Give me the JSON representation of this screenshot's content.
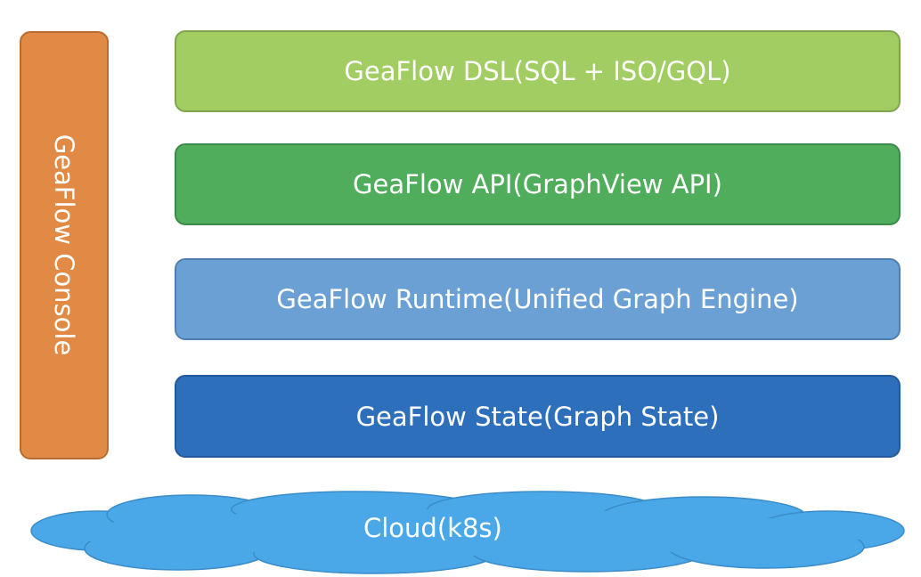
{
  "console": {
    "label": "GeaFlow Console",
    "color": "#e08a45"
  },
  "layers": [
    {
      "label": "GeaFlow DSL(SQL + ISO/GQL)",
      "color": "#a2cd62"
    },
    {
      "label": "GeaFlow API(GraphView API)",
      "color": "#4fad5b"
    },
    {
      "label": "GeaFlow Runtime(Unified Graph Engine)",
      "color": "#6aa0d3"
    },
    {
      "label": "GeaFlow State(Graph State)",
      "color": "#2e6fbb"
    }
  ],
  "cloud": {
    "label": "Cloud(k8s)",
    "color": "#4aa8e8"
  }
}
